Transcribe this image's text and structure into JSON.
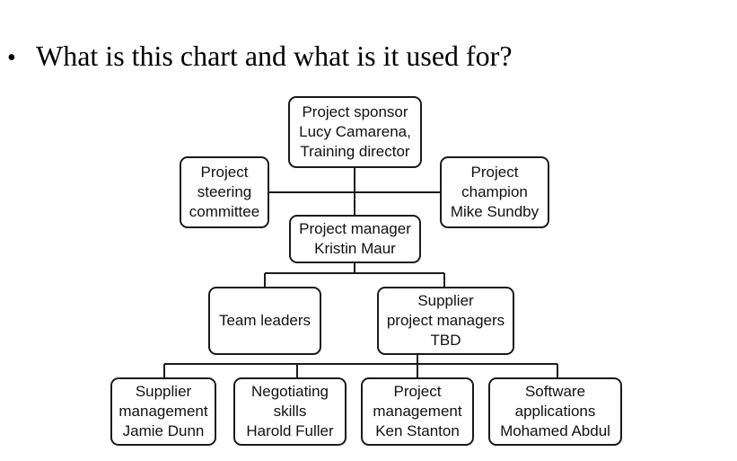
{
  "slide": {
    "bullet": "•",
    "question": "What is this chart and what is it used for?"
  },
  "org_chart": {
    "sponsor": [
      "Project sponsor",
      "Lucy Camarena,",
      "Training director"
    ],
    "steering_committee": [
      "Project",
      "steering",
      "committee"
    ],
    "champion": [
      "Project",
      "champion",
      "Mike Sundby"
    ],
    "manager": [
      "Project manager",
      "Kristin Maur"
    ],
    "team_leaders": [
      "Team leaders"
    ],
    "supplier_pms": [
      "Supplier",
      "project managers",
      "TBD"
    ],
    "teams": [
      [
        "Supplier",
        "management",
        "Jamie Dunn"
      ],
      [
        "Negotiating",
        "skills",
        "Harold Fuller"
      ],
      [
        "Project",
        "management",
        "Ken Stanton"
      ],
      [
        "Software",
        "applications",
        "Mohamed Abdul"
      ]
    ]
  }
}
